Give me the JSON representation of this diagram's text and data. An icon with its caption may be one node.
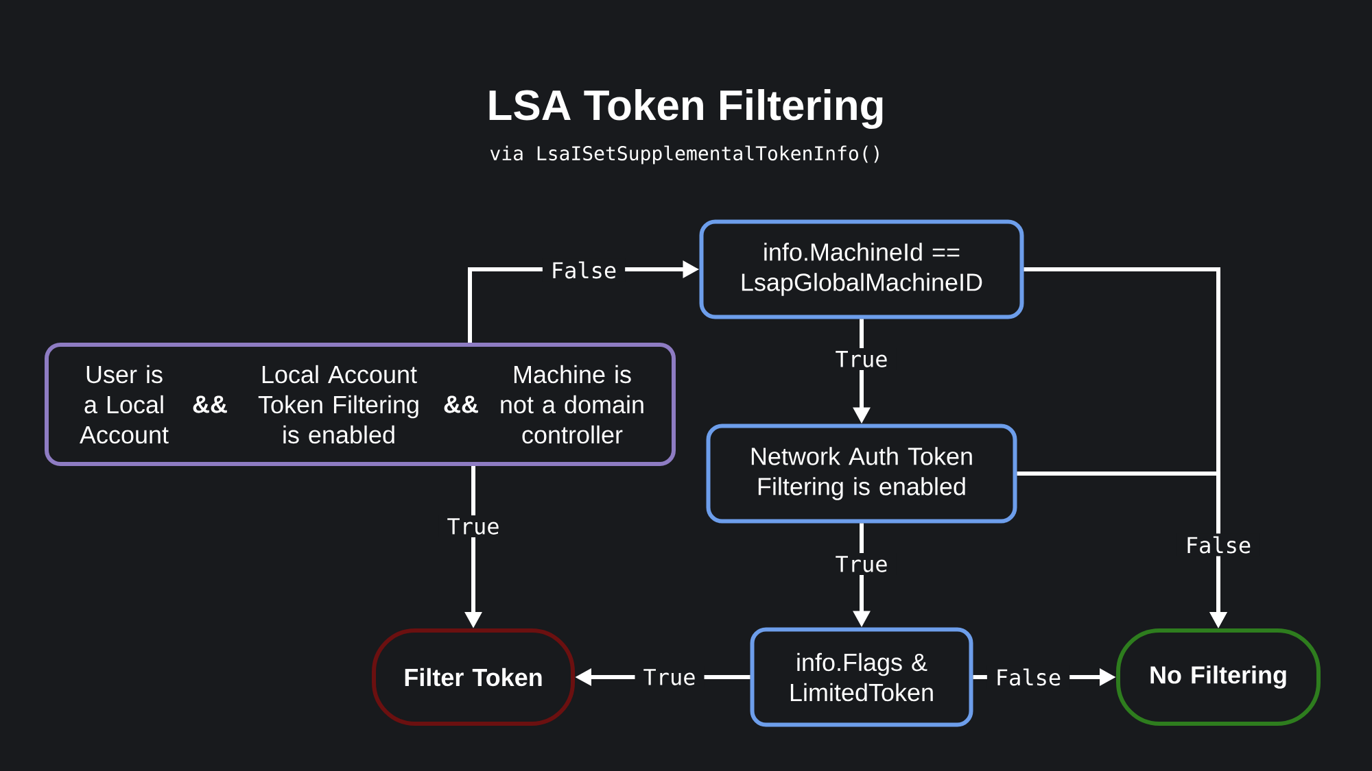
{
  "diagram": {
    "title": "LSA Token Filtering",
    "caption": "via LsaISetSupplementalTokenInfo()",
    "nodes": [
      {
        "text": [
          "User is a Local Account",
          "&&",
          "Local Account Token Filtering is enabled",
          "&&",
          "Machine is not a domain controller"
        ]
      },
      {
        "text": [
          "info.MachineId == LsapGlobalMachineID"
        ]
      },
      {
        "text": [
          "Network Auth Token Filtering is enabled"
        ]
      },
      {
        "text": [
          "info.Flags & LimitedToken"
        ]
      },
      {
        "text": [
          "Filter Token"
        ]
      },
      {
        "text": [
          "No Filtering"
        ]
      }
    ],
    "edges": [
      {
        "from": 0,
        "to": 1,
        "arrow": "to",
        "label": "False"
      },
      {
        "from": 0,
        "to": 4,
        "arrow": "to",
        "label": "True"
      },
      {
        "from": 1,
        "to": 2,
        "arrow": "to",
        "label": "True"
      },
      {
        "from": 1,
        "to": 5,
        "arrow": "to",
        "label": "False"
      },
      {
        "from": 2,
        "to": 5,
        "arrow": "to"
      },
      {
        "from": 2,
        "to": 3,
        "arrow": "to",
        "label": "True"
      },
      {
        "from": 3,
        "to": 4,
        "arrow": "to",
        "label": "True"
      },
      {
        "from": 3,
        "to": 5,
        "arrow": "to",
        "label": "False"
      }
    ]
  }
}
